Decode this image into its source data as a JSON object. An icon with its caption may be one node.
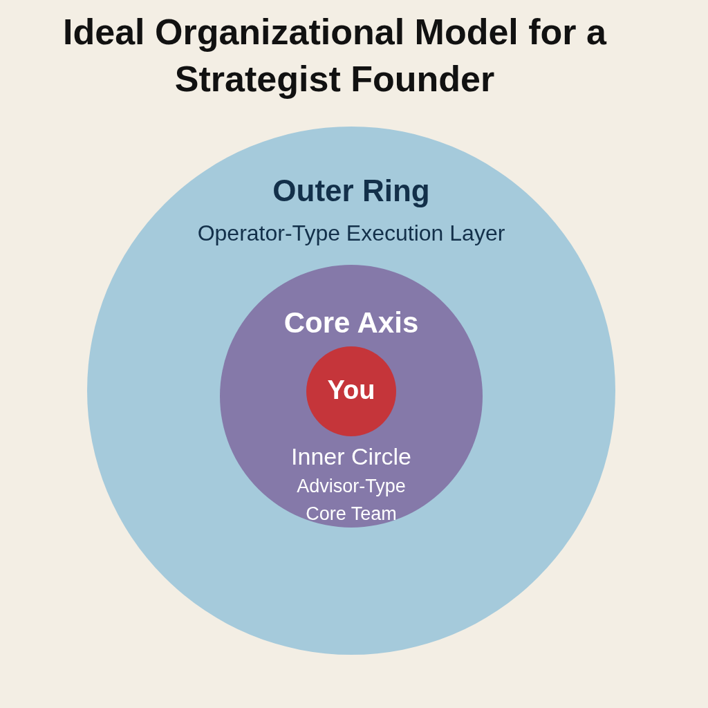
{
  "diagram": {
    "title": "Ideal Organizational Model for a Strategist Founder",
    "nodes": [
      {
        "text": [
          "Outer Ring",
          "Operator-Type Execution Layer"
        ]
      },
      {
        "text": [
          "Core Axis",
          "Inner Circle",
          "Advisor-Type Core Team"
        ],
        "in": 0
      },
      {
        "text": [
          "You"
        ],
        "in": 1
      }
    ]
  }
}
